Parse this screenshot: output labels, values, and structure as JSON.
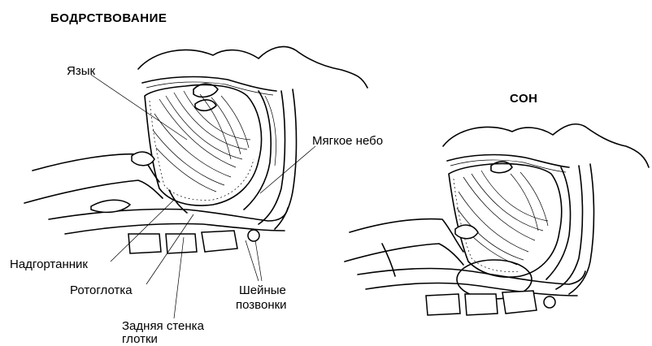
{
  "titles": {
    "awake": "БОДРСТВОВАНИЕ",
    "sleep": "СОН"
  },
  "labels": {
    "tongue": "Язык",
    "soft_palate": "Мягкое небо",
    "epiglottis": "Надгортанник",
    "oropharynx": "Ротоглотка",
    "vertebrae_line1": "Шейные",
    "vertebrae_line2": "позвонки",
    "posterior_wall_line1": "Задняя стенка",
    "posterior_wall_line2": "глотки"
  }
}
